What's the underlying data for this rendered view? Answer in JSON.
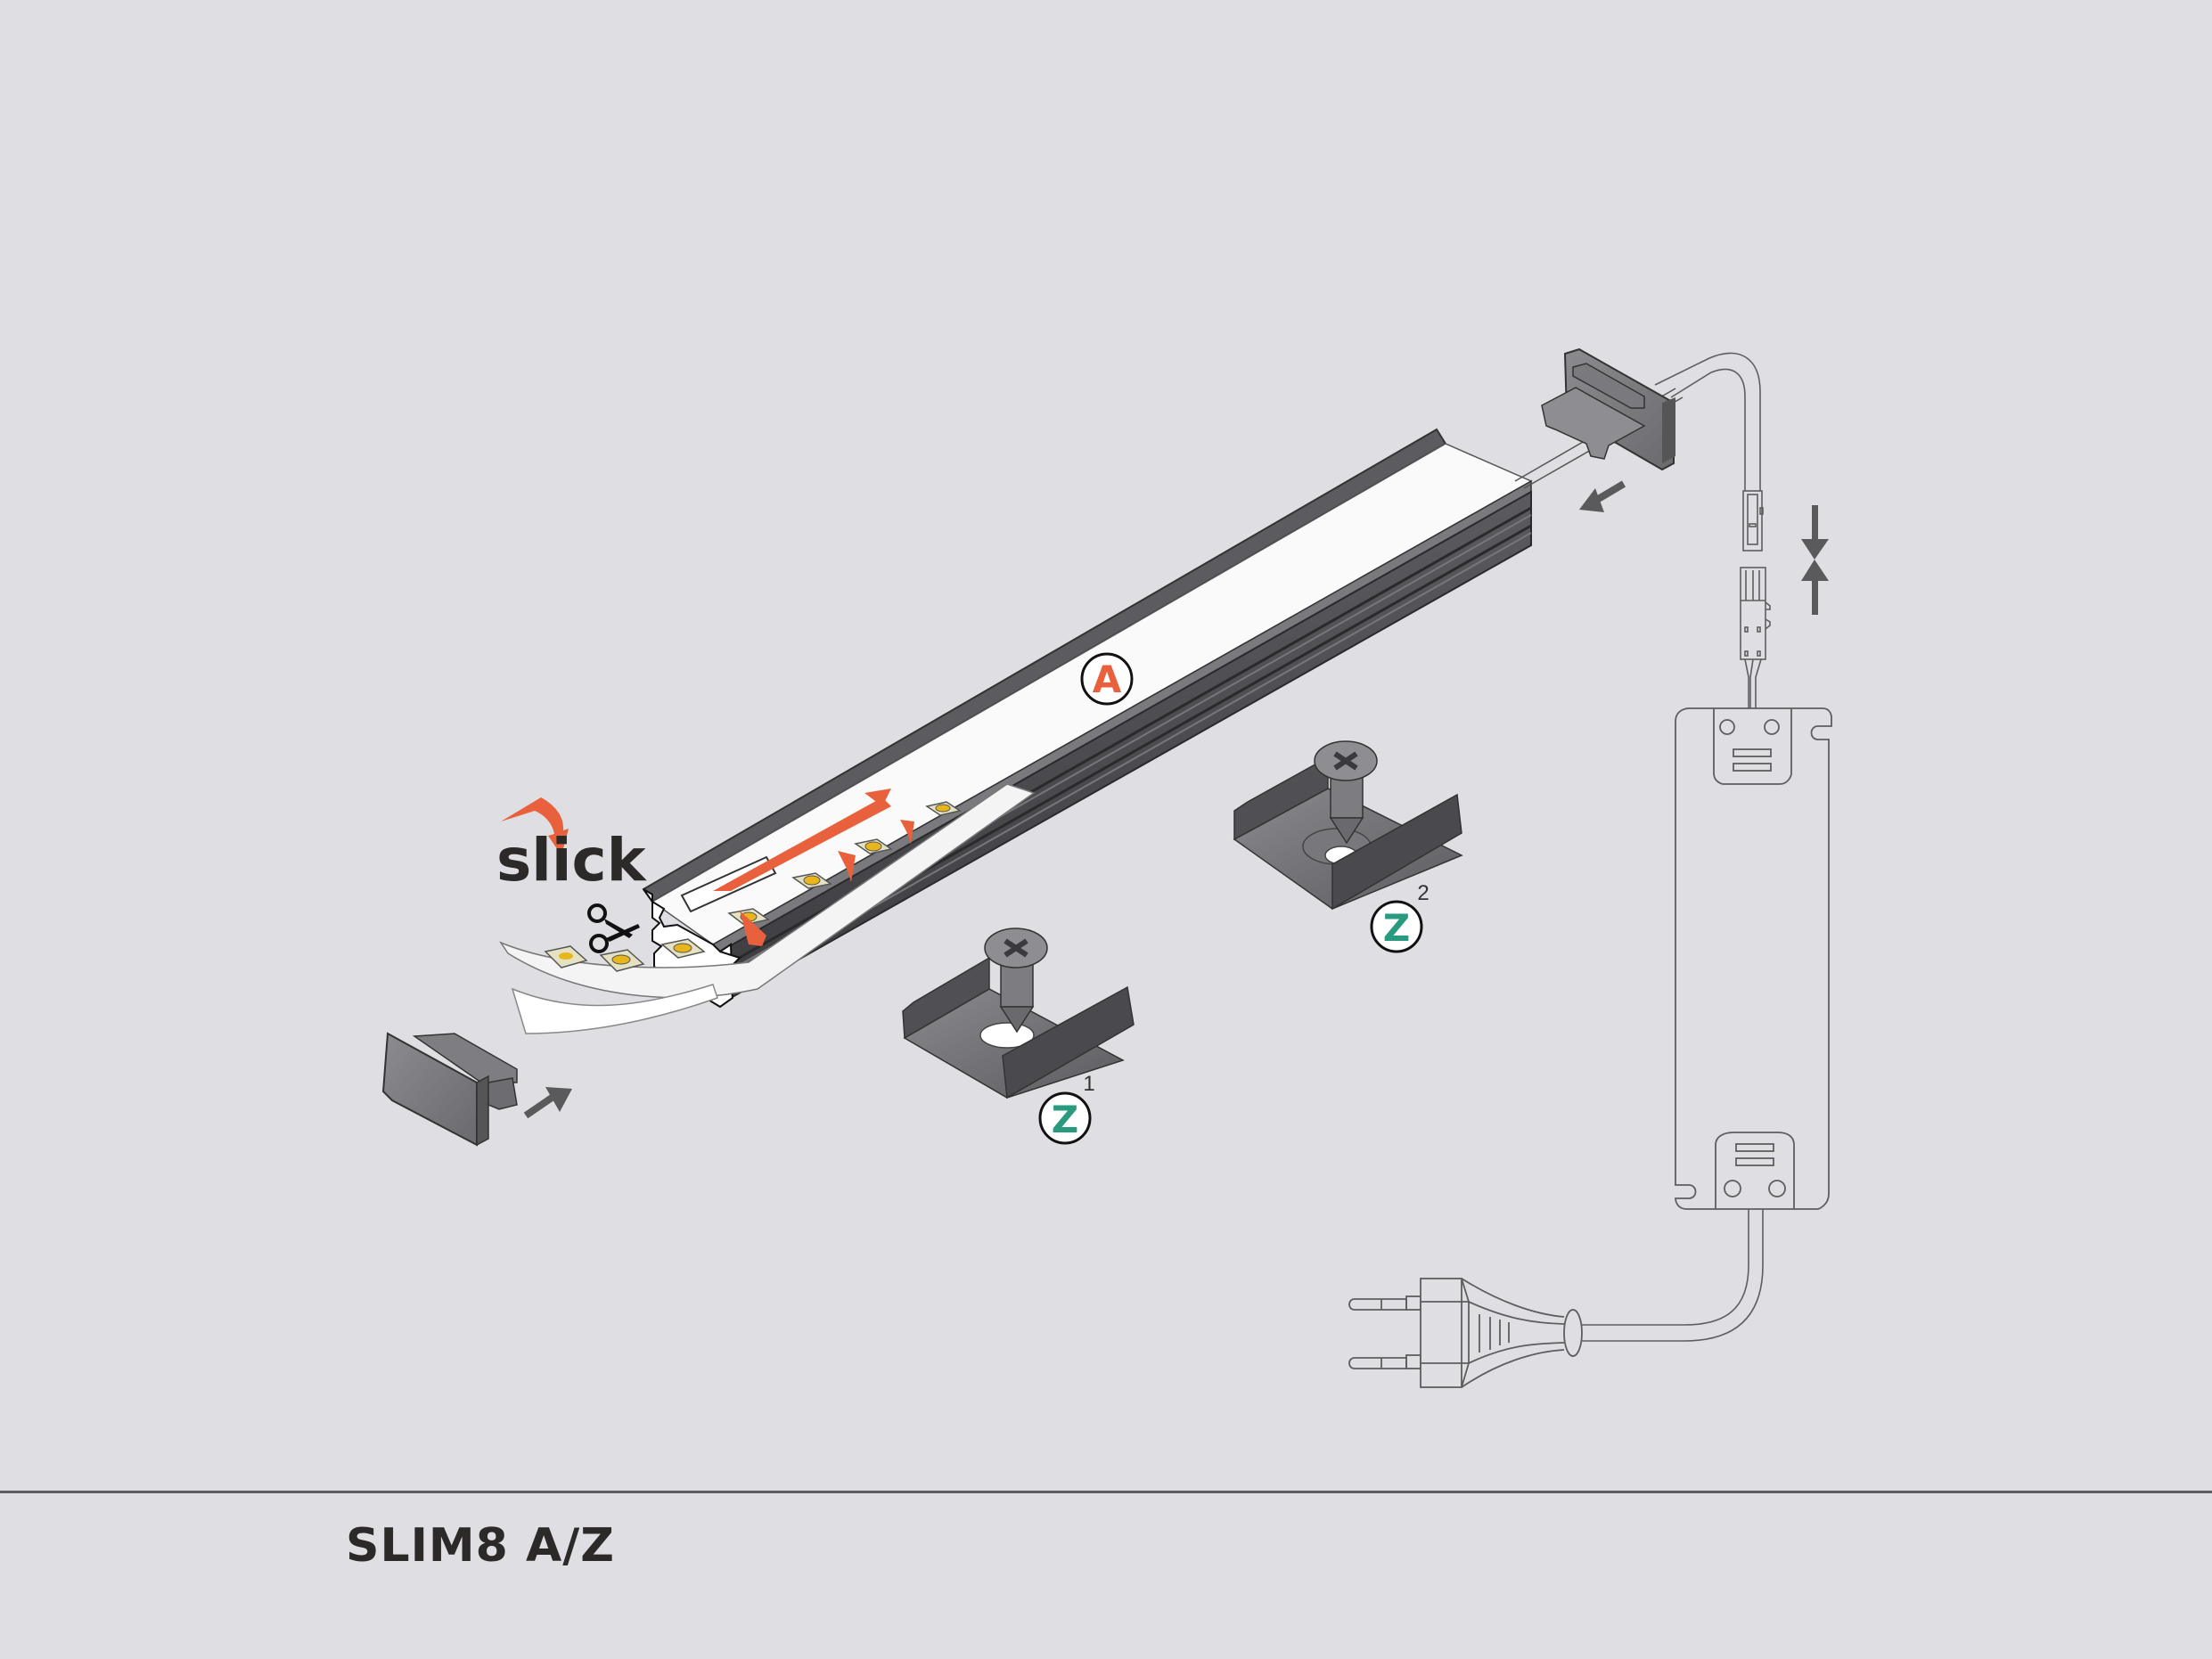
{
  "diagram": {
    "title": "SLIM8 A/Z",
    "logo": {
      "text": "slick",
      "accent_icon": "curved-arrow-icon"
    },
    "badges": [
      {
        "id": "A",
        "label": "A",
        "superscript": "",
        "color": "#E8603C",
        "refers_to": "profile-cover"
      },
      {
        "id": "Z1",
        "label": "Z",
        "superscript": "1",
        "color": "#2A9A7E",
        "refers_to": "mounting-clip-1"
      },
      {
        "id": "Z2",
        "label": "Z",
        "superscript": "2",
        "color": "#2A9A7E",
        "refers_to": "mounting-clip-2"
      }
    ],
    "components": [
      "aluminium-profile",
      "diffuser-cover",
      "led-strip",
      "end-cap-plain",
      "end-cap-with-cable-hole",
      "mounting-clip-flat-hole",
      "mounting-clip-countersunk-hole",
      "wire-connector-male",
      "wire-connector-female",
      "power-supply",
      "euro-plug"
    ],
    "icons": [
      "scissors-icon",
      "insert-arrow-icon",
      "connect-arrows-icon",
      "screw-icon"
    ],
    "colors": {
      "background": "#DFDEE2",
      "profile_dark": "#4A4A4E",
      "profile_mid": "#6B6B70",
      "accent_orange": "#E8603C",
      "accent_teal": "#2A9A7E",
      "line": "#666666",
      "title": "#2B2A28"
    }
  }
}
